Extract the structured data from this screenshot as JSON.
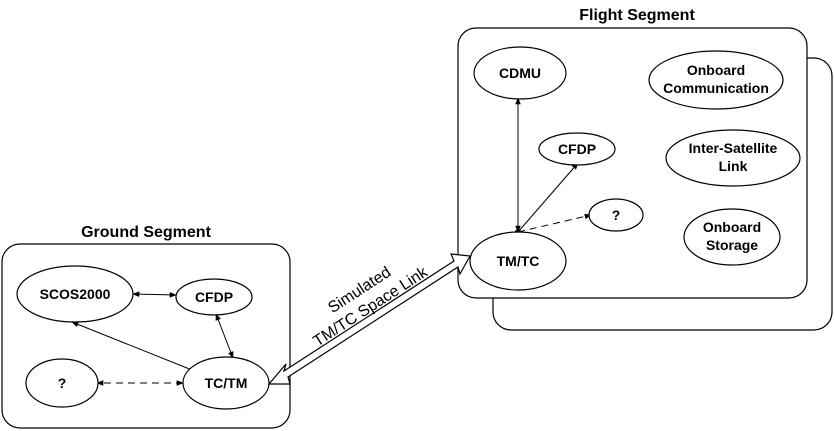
{
  "ground_segment": {
    "title": "Ground Segment",
    "nodes": {
      "scos2000": "SCOS2000",
      "cfdp": "CFDP",
      "unknown": "?",
      "tctm": "TC/TM"
    }
  },
  "flight_segment": {
    "title": "Flight Segment",
    "nodes": {
      "cdmu": "CDMU",
      "cfdp": "CFDP",
      "unknown": "?",
      "tmtc": "TM/TC",
      "onboard_communication": [
        "Onboard",
        "Communication"
      ],
      "inter_satellite_link": [
        "Inter-Satellite",
        "Link"
      ],
      "onboard_storage": [
        "Onboard",
        "Storage"
      ]
    }
  },
  "space_link": {
    "label": [
      "Simulated",
      "TM/TC Space Link"
    ]
  }
}
